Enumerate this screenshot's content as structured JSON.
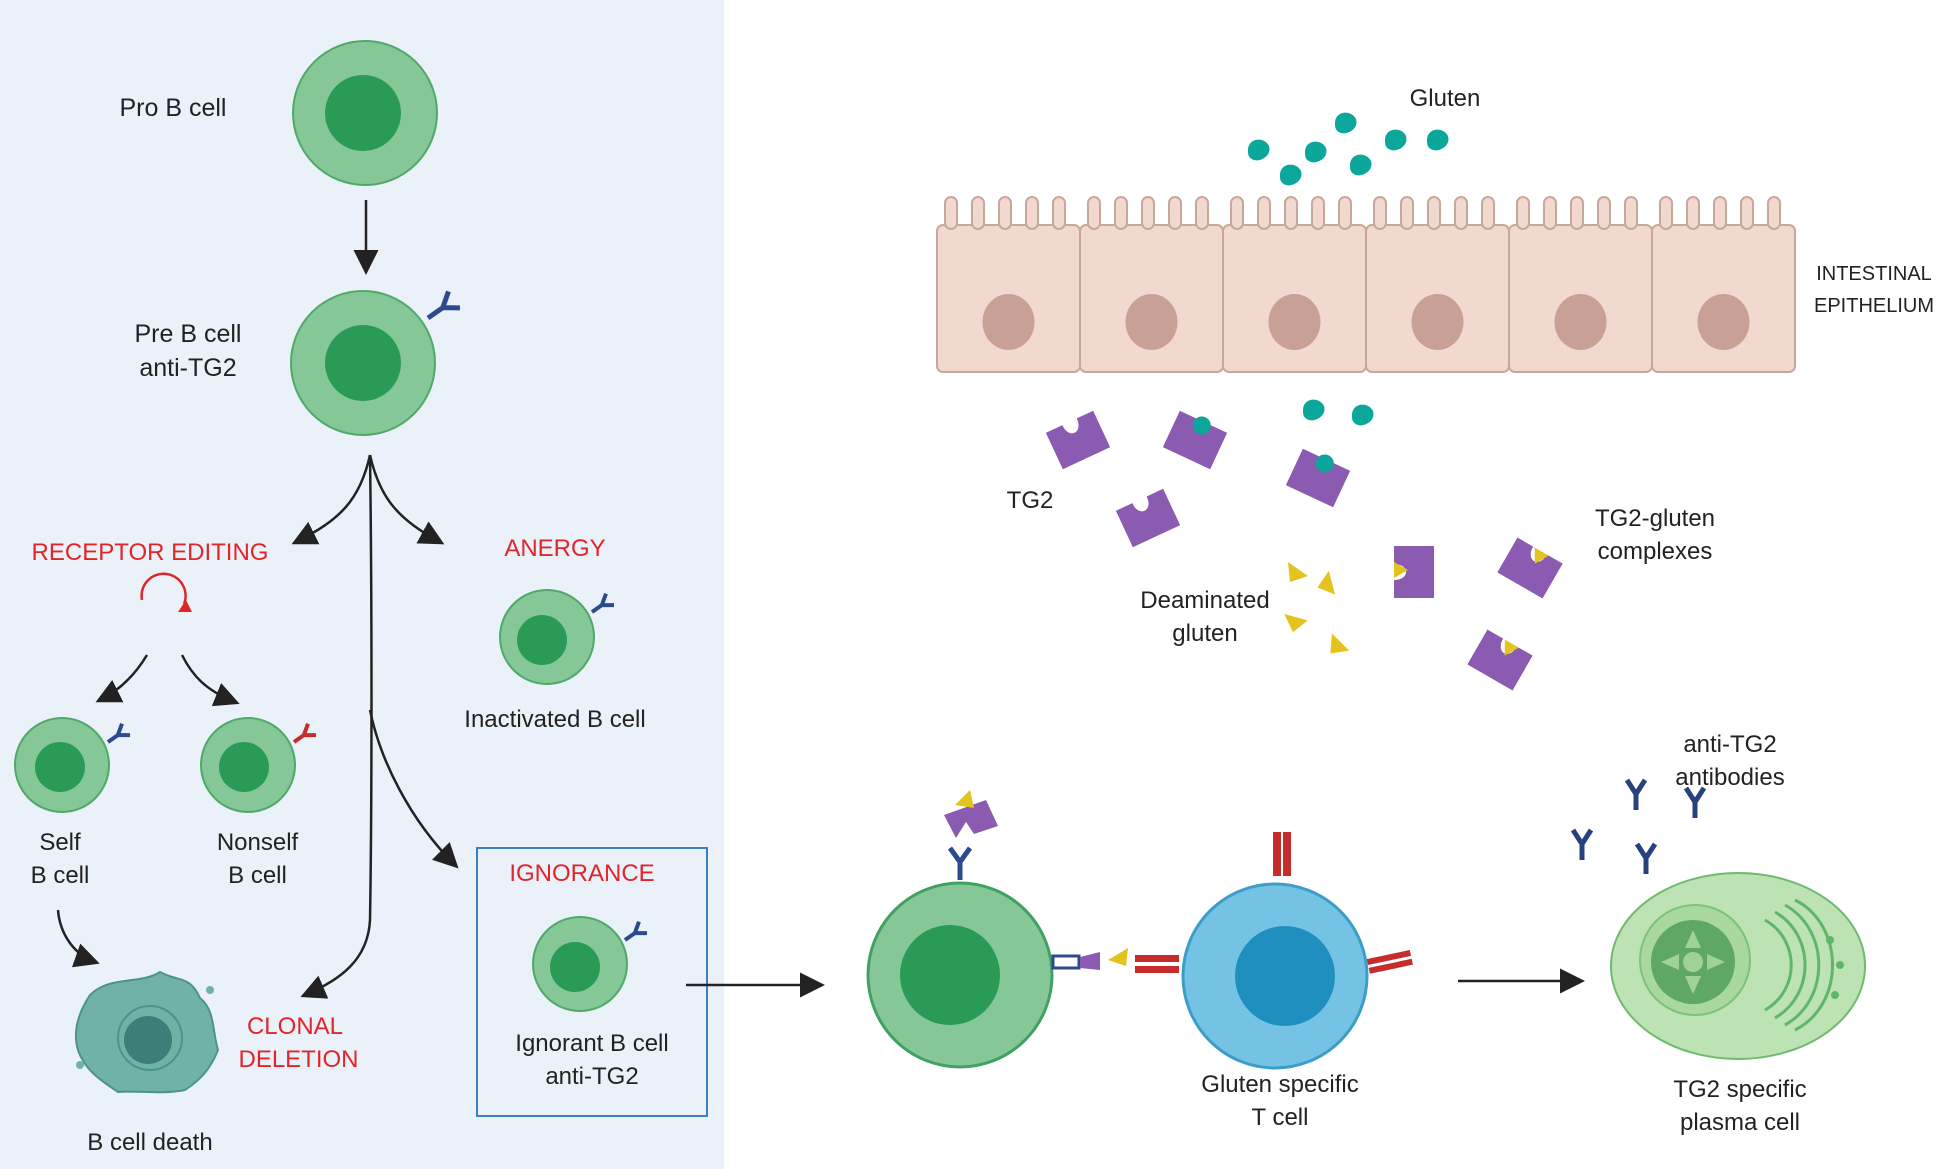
{
  "labels": {
    "pro_b_cell": "Pro B cell",
    "pre_b_cell_line1": "Pre B cell",
    "pre_b_cell_line2": "anti-TG2",
    "receptor_editing": "RECEPTOR EDITING",
    "anergy": "ANERGY",
    "inactivated_b_cell": "Inactivated B cell",
    "self_line1": "Self",
    "self_line2": "B cell",
    "nonself_line1": "Nonself",
    "nonself_line2": "B cell",
    "b_cell_death": "B cell death",
    "clonal_deletion_line1": "CLONAL",
    "clonal_deletion_line2": "DELETION",
    "ignorance": "IGNORANCE",
    "ignorant_line1": "Ignorant B cell",
    "ignorant_line2": "anti-TG2",
    "gluten": "Gluten",
    "epithelium_line1": "INTESTINAL",
    "epithelium_line2": "EPITHELIUM",
    "tg2": "TG2",
    "tg2_gluten_line1": "TG2-gluten",
    "tg2_gluten_line2": "complexes",
    "deaminated_line1": "Deaminated",
    "deaminated_line2": "gluten",
    "antibodies_line1": "anti-TG2",
    "antibodies_line2": "antibodies",
    "t_cell_line1": "Gluten specific",
    "t_cell_line2": "T cell",
    "plasma_line1": "TG2 specific",
    "plasma_line2": "plasma cell"
  },
  "colors": {
    "panel_bg": "#eaf1f9",
    "cell_outer": "#86c798",
    "cell_inner": "#2a9a57",
    "t_cell_outer": "#75c3e4",
    "t_cell_inner": "#1f8fc0",
    "epithelium": "#f1d9cf",
    "epithelium_nucleus": "#c9a095",
    "gluten": "#0aa79a",
    "tg2": "#8a5bb0",
    "deaminated": "#e5c31f",
    "antibody": "#27407f",
    "receptor_red": "#c62c2c",
    "label_red": "#e0262b"
  }
}
